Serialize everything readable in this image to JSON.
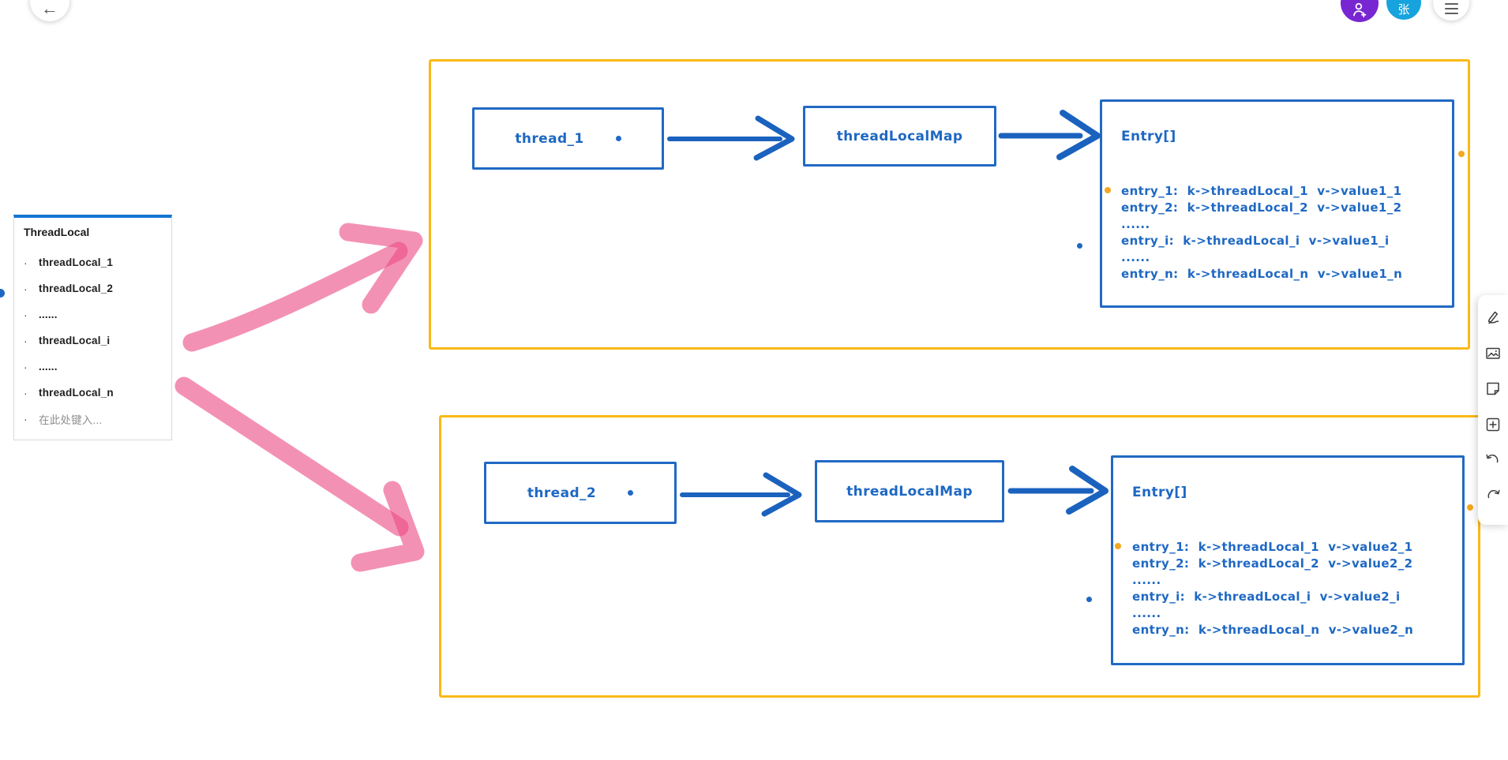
{
  "topbar": {
    "back_icon": "←",
    "invite_icon": "person-plus",
    "user_avatar_text": "张",
    "menu_icon": "hamburger"
  },
  "colors": {
    "ink_blue": "#1E68C3",
    "box_blue": "#2169C4",
    "container_orange": "#F9B917",
    "dot_amber": "#F2A71E",
    "marker_pink": "#EC4E86",
    "avatar_purple": "#7826D2",
    "avatar_blue": "#17A3DD",
    "panel_top_blue": "#1475D2"
  },
  "threadlocal_panel": {
    "title": "ThreadLocal",
    "bullet": "·",
    "items": [
      "threadLocal_1",
      "threadLocal_2",
      "......",
      "threadLocal_i",
      "......",
      "threadLocal_n"
    ],
    "placeholder": "在此处键入..."
  },
  "groups": [
    {
      "thread_label": "thread_1",
      "map_label": "threadLocalMap",
      "entry_title": "Entry[]",
      "entries": [
        "entry_1:  k->threadLocal_1  v->value1_1",
        "entry_2:  k->threadLocal_2  v->value1_2",
        "......",
        "entry_i:  k->threadLocal_i  v->value1_i",
        "......",
        "entry_n:  k->threadLocal_n  v->value1_n"
      ]
    },
    {
      "thread_label": "thread_2",
      "map_label": "threadLocalMap",
      "entry_title": "Entry[]",
      "entries": [
        "entry_1:  k->threadLocal_1  v->value2_1",
        "entry_2:  k->threadLocal_2  v->value2_2",
        "......",
        "entry_i:  k->threadLocal_i  v->value2_i",
        "......",
        "entry_n:  k->threadLocal_n  v->value2_n"
      ]
    }
  ],
  "toolbar": {
    "icons": [
      "ink-pen",
      "image",
      "note",
      "insert",
      "undo",
      "redo"
    ]
  }
}
